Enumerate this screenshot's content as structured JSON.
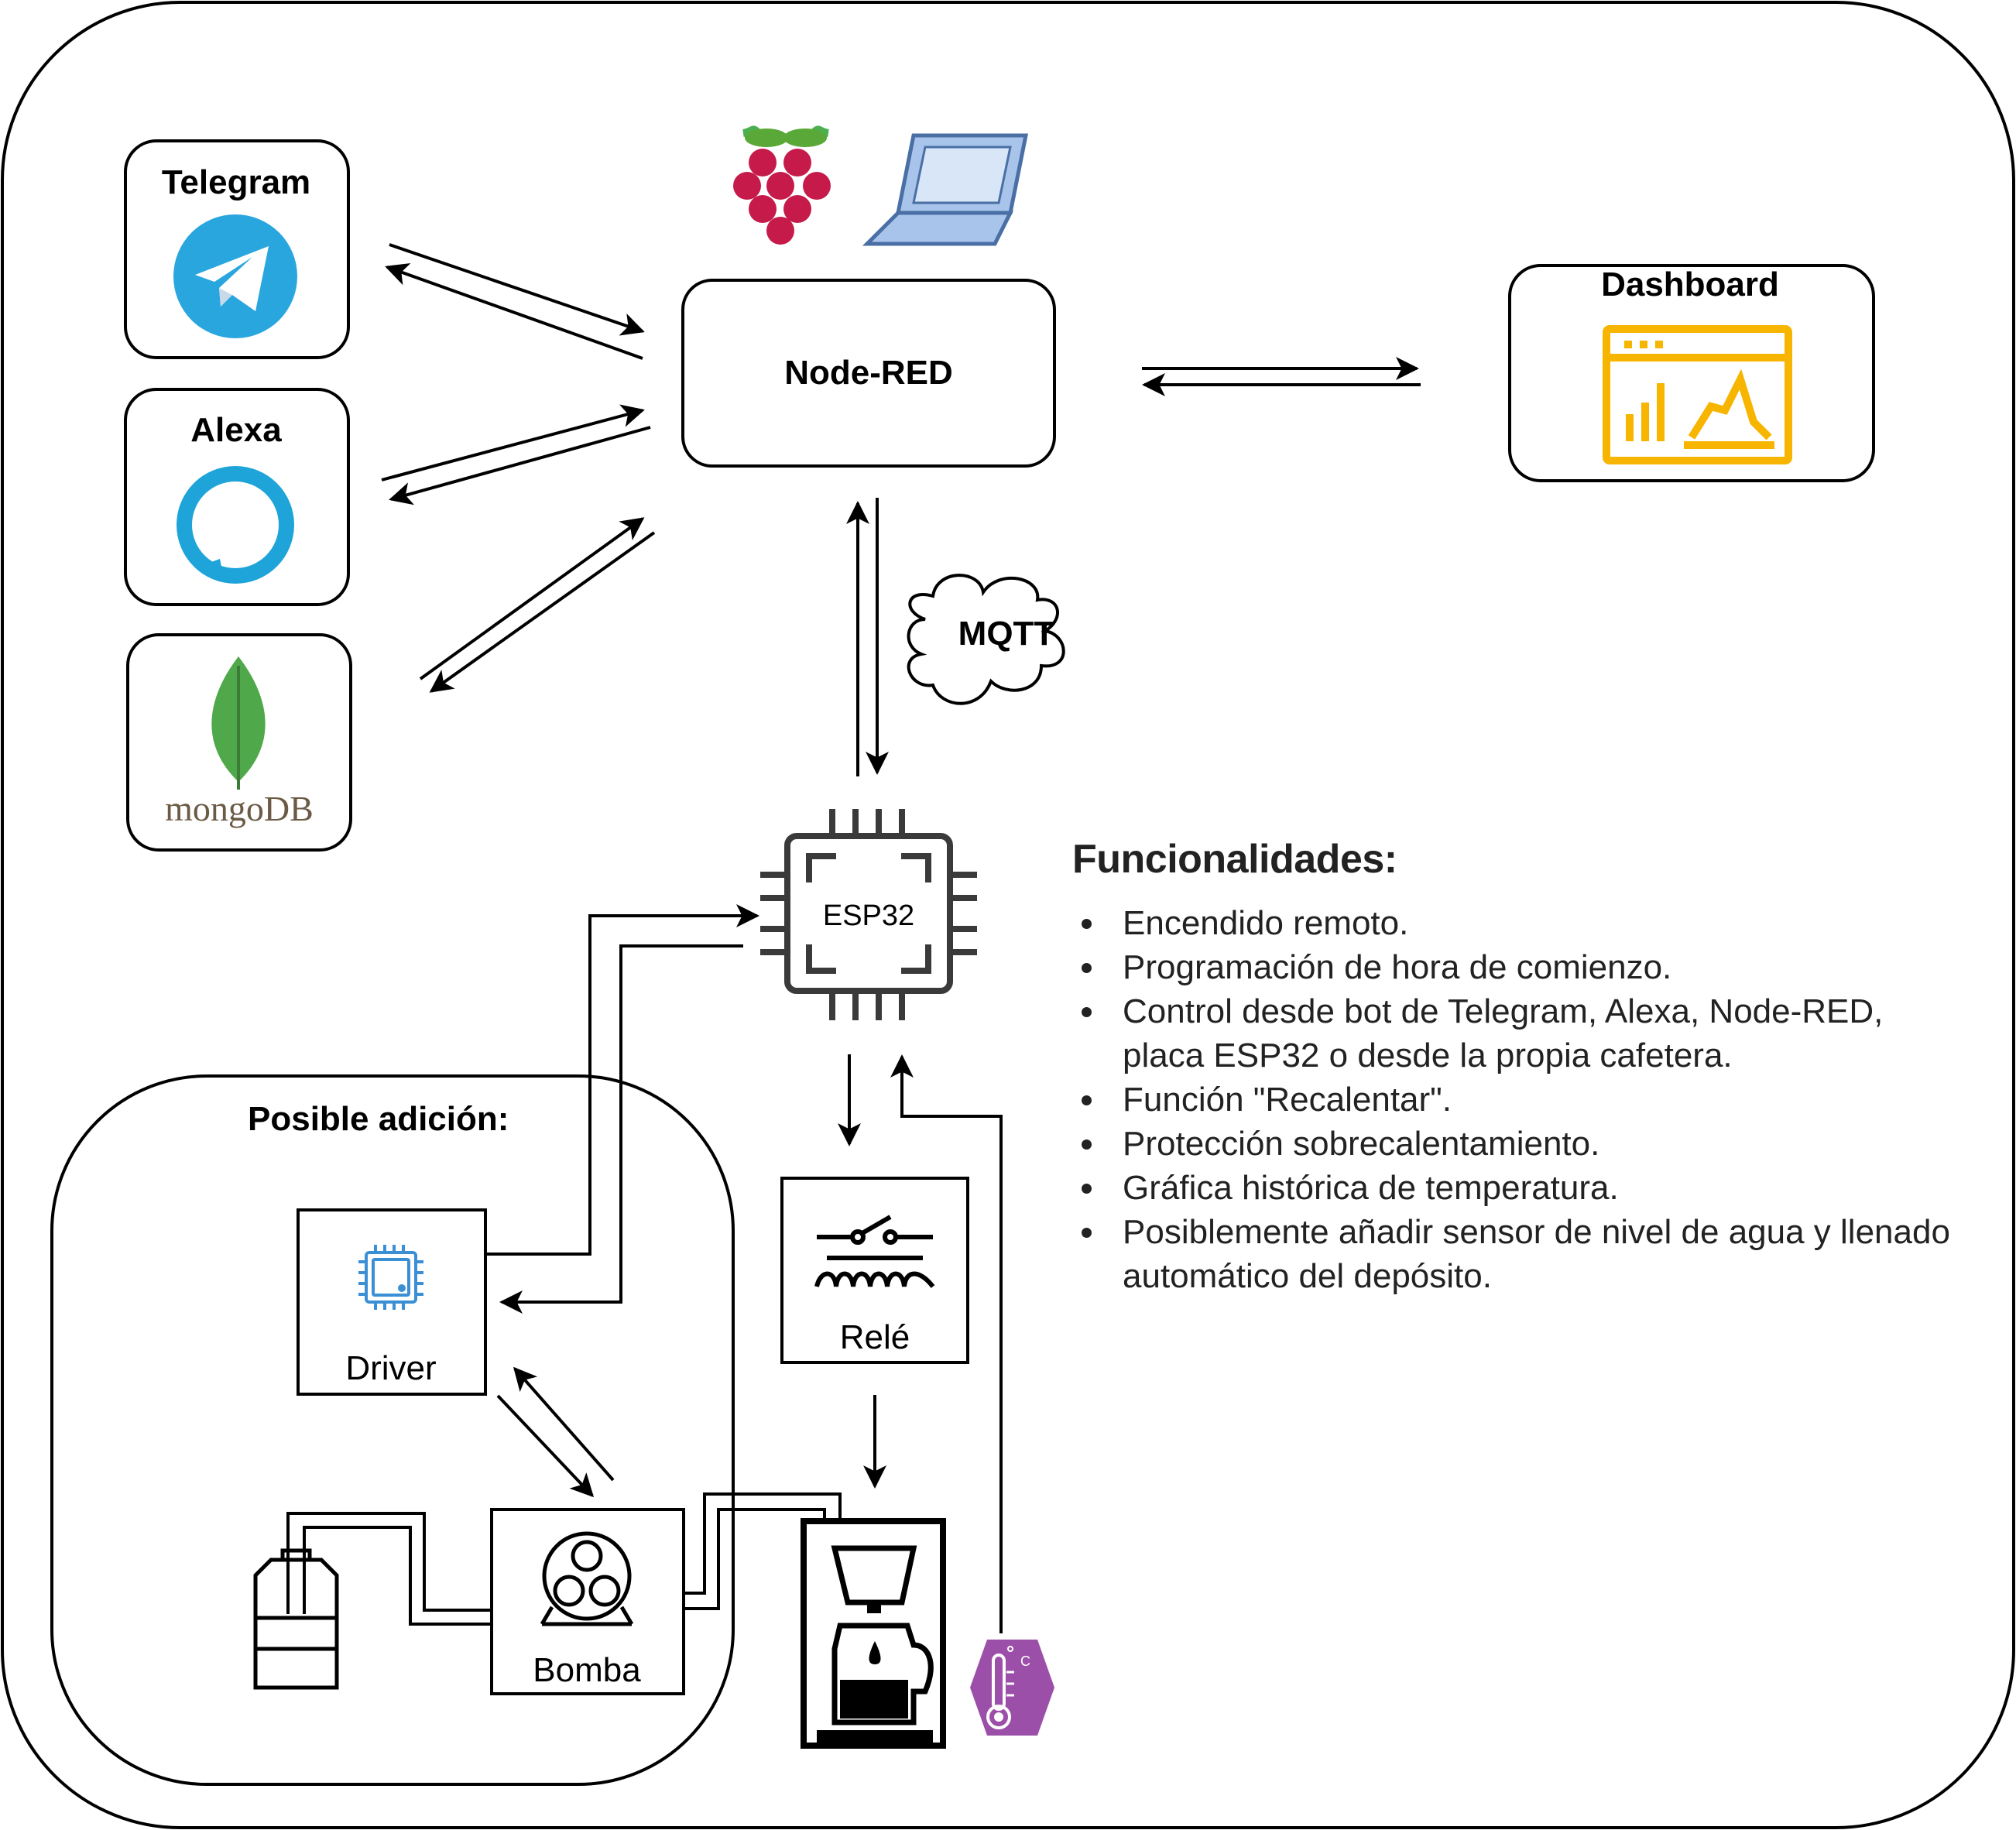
{
  "nodes": {
    "telegram": "Telegram",
    "alexa": "Alexa",
    "mongodb": "mongoDB",
    "node_red": "Node-RED",
    "dashboard": "Dashboard",
    "mqtt": "MQTT",
    "esp32": "ESP32",
    "driver": "Driver",
    "rele": "Relé",
    "bomba": "Bomba"
  },
  "possible_addition": {
    "title": "Posible adición:"
  },
  "features": {
    "title": "Funcionalidades:",
    "items": [
      "Encendido remoto.",
      "Programación de hora de comienzo.",
      "Control desde bot de Telegram, Alexa, Node-RED, placa ESP32 o desde la propia cafetera.",
      "Función \"Recalentar\".",
      "Protección sobrecalentamiento.",
      "Gráfica histórica de temperatura.",
      "Posiblemente añadir sensor de nivel de agua y llenado automático del depósito."
    ]
  },
  "icons": {
    "telegram": "telegram-logo-icon",
    "alexa": "alexa-ring-icon",
    "mongodb": "mongodb-leaf-icon",
    "raspberry": "raspberry-pi-icon",
    "laptop": "laptop-icon",
    "dashboard": "dashboard-chart-icon",
    "esp32": "microchip-icon",
    "driver": "small-chip-icon",
    "rele": "relay-switch-icon",
    "bomba": "pump-icon",
    "tank": "water-tank-icon",
    "coffee": "coffee-maker-icon",
    "thermometer": "thermometer-sensor-icon"
  },
  "colors": {
    "telegram": "#2AA6DF",
    "alexa": "#1EA4D9",
    "mongo_leaf": "#4FA84A",
    "mongo_text": "#6B5A45",
    "raspberry": "#C51A4A",
    "laptop": "#A9C4EB",
    "dashboard": "#F7B500",
    "driver_chip": "#3A8FD5",
    "thermo": "#9B4FA8"
  }
}
